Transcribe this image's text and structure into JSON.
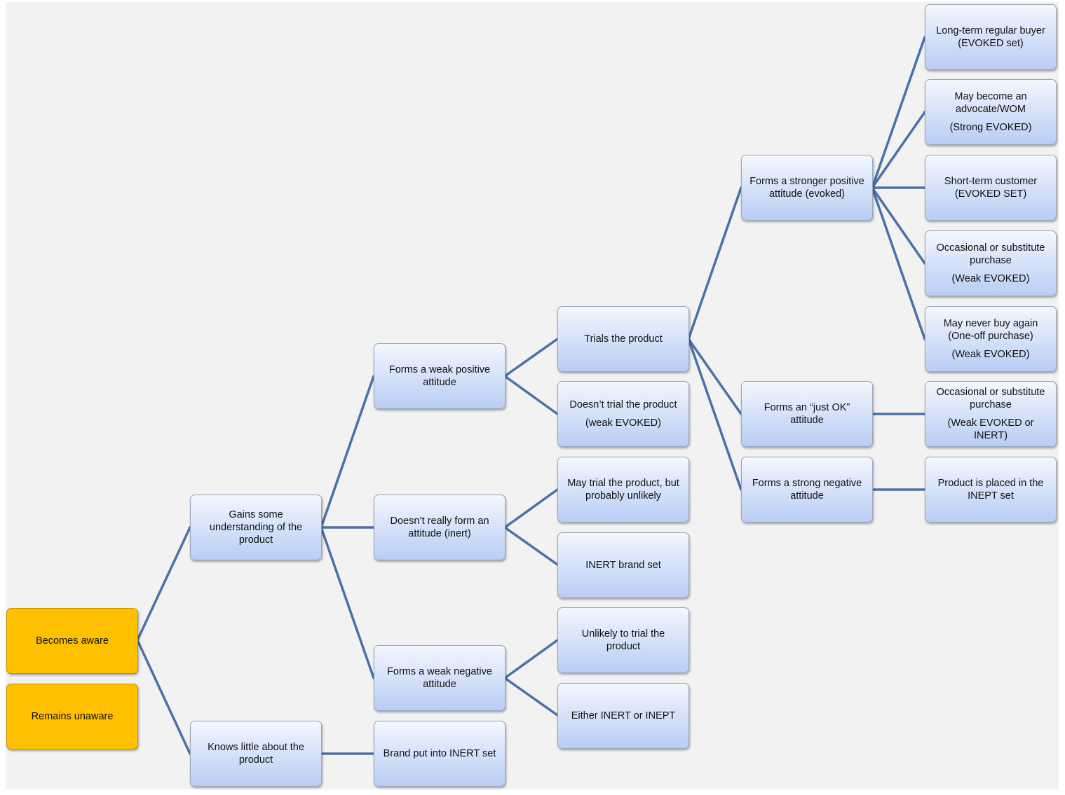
{
  "nodes": {
    "becomes_aware": {
      "lines": [
        "Becomes aware"
      ]
    },
    "remains_unaware": {
      "lines": [
        "Remains unaware"
      ]
    },
    "gains_some": {
      "lines": [
        "Gains some",
        "understanding of the",
        "product"
      ]
    },
    "knows_little": {
      "lines": [
        "Knows little about the",
        "product"
      ]
    },
    "weak_positive": {
      "lines": [
        "Forms a weak positive",
        "attitude"
      ]
    },
    "no_attitude": {
      "lines": [
        "Doesn’t really form an",
        "attitude (inert)"
      ]
    },
    "weak_negative": {
      "lines": [
        "Forms a weak negative",
        "attitude"
      ]
    },
    "brand_inert": {
      "lines": [
        "Brand put into INERT set"
      ]
    },
    "trials": {
      "lines": [
        "Trials the product"
      ]
    },
    "no_trial": {
      "lines": [
        "Doesn’t trial the product"
      ],
      "sub": "(weak EVOKED)"
    },
    "may_trial": {
      "lines": [
        "May trial the product, but",
        "probably unlikely"
      ]
    },
    "inert_brand_set": {
      "lines": [
        "INERT brand set"
      ]
    },
    "unlikely_trial": {
      "lines": [
        "Unlikely to trial the",
        "product"
      ]
    },
    "inert_or_inept": {
      "lines": [
        "Either INERT or INEPT"
      ]
    },
    "stronger_positive": {
      "lines": [
        "Forms a stronger positive",
        "attitude (evoked)"
      ]
    },
    "just_ok": {
      "lines": [
        "Forms an “just OK”",
        "attitude"
      ]
    },
    "strong_negative": {
      "lines": [
        "Forms a strong negative",
        "attitude"
      ]
    },
    "long_term": {
      "lines": [
        "Long-term regular buyer",
        "(EVOKED set)"
      ]
    },
    "advocate": {
      "lines": [
        "May become an",
        "advocate/WOM"
      ],
      "sub": "(Strong EVOKED)"
    },
    "short_term": {
      "lines": [
        "Short-term customer",
        "(EVOKED SET)"
      ]
    },
    "occasional_1": {
      "lines": [
        "Occasional or substitute",
        "purchase"
      ],
      "sub": "(Weak EVOKED)"
    },
    "never_again": {
      "lines": [
        "May never buy again",
        "(One-off purchase)"
      ],
      "sub": "(Weak EVOKED)"
    },
    "occasional_2": {
      "lines": [
        "Occasional or substitute",
        "purchase"
      ],
      "sub": "(Weak EVOKED or INERT)"
    },
    "inept_set": {
      "lines": [
        "Product is placed in the",
        "INEPT set"
      ]
    }
  },
  "colors": {
    "connector": "#4a71a8",
    "aware_fill": "#ffc000",
    "node_fill_top": "#f4f8fe",
    "node_fill_bottom": "#b9cdf4",
    "canvas": "#f2f2f2"
  }
}
